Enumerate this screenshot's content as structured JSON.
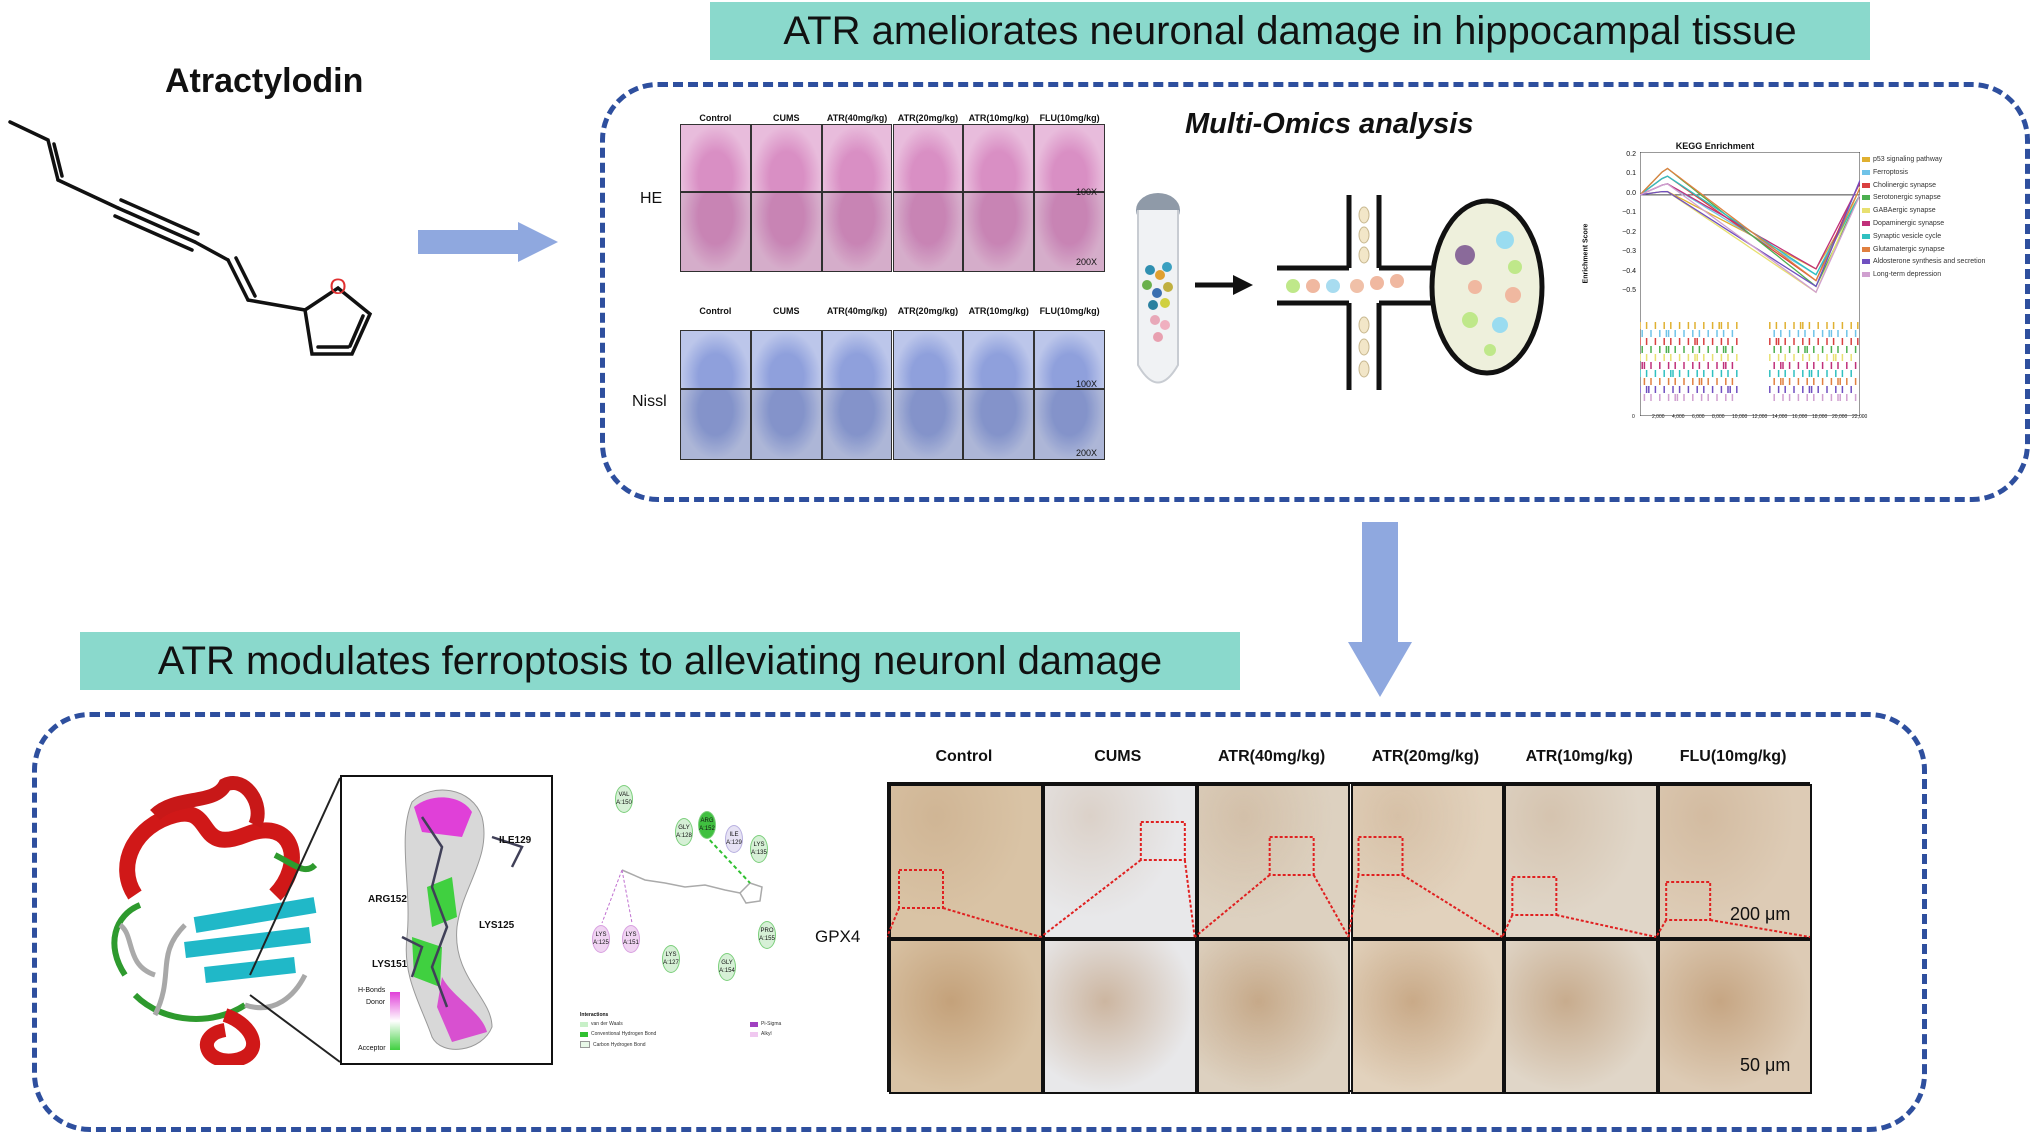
{
  "top_banner": "ATR ameliorates neuronal damage in hippocampal tissue",
  "bottom_banner": "ATR modulates ferroptosis to alleviating neuronl damage",
  "compound_name": "Atractylodin",
  "multi_omics_label": "Multi-Omics analysis",
  "histology": {
    "columns": [
      "Control",
      "CUMS",
      "ATR(40mg/kg)",
      "ATR(20mg/kg)",
      "ATR(10mg/kg)",
      "FLU(10mg/kg)"
    ],
    "he_label": "HE",
    "nissl_label": "Nissl",
    "mag_low": "100X",
    "mag_high": "200X"
  },
  "kegg": {
    "title": "KEGG Enrichment",
    "ylabel": "Enrichment Score",
    "yticks": [
      "0.2",
      "0.1",
      "0.0",
      "−0.1",
      "−0.2",
      "−0.3",
      "−0.4",
      "−0.5"
    ],
    "xticks": [
      "0",
      "2,000",
      "4,000",
      "6,000",
      "8,000",
      "10,000",
      "12,000",
      "14,000",
      "16,000",
      "18,000",
      "20,000",
      "22,000"
    ],
    "legend": [
      {
        "name": "p53 signaling pathway",
        "color": "#e0b030"
      },
      {
        "name": "Ferroptosis",
        "color": "#6fc3e8"
      },
      {
        "name": "Cholinergic synapse",
        "color": "#d94040"
      },
      {
        "name": "Serotonergic synapse",
        "color": "#4caf50"
      },
      {
        "name": "GABAergic synapse",
        "color": "#e8e070"
      },
      {
        "name": "Dopaminergic synapse",
        "color": "#c0307a"
      },
      {
        "name": "Synaptic vesicle cycle",
        "color": "#30c0c0"
      },
      {
        "name": "Glutamatergic synapse",
        "color": "#e08040"
      },
      {
        "name": "Aldosterone synthesis and secretion",
        "color": "#7050c0"
      },
      {
        "name": "Long-term depression",
        "color": "#d0a0d0"
      }
    ]
  },
  "docking": {
    "residues_3d": [
      "ILE129",
      "ARG152",
      "LYS125",
      "LYS151"
    ],
    "hbond_title": "H-Bonds",
    "donor": "Donor",
    "acceptor": "Acceptor",
    "residues_2d": [
      "VAL A:150",
      "GLY A:128",
      "ARG A:152",
      "ILE A:129",
      "LYS A:135",
      "PRO A:155",
      "GLY A:154",
      "LYS A:127",
      "LYS A:125",
      "LYS A:151"
    ],
    "interactions_title": "Interactions",
    "interactions": [
      "van der Waals",
      "Conventional Hydrogen Bond",
      "Pi-Sigma",
      "Carbon Hydrogen Bond",
      "Alkyl"
    ]
  },
  "gpx4": {
    "label": "GPX4",
    "columns": [
      "Control",
      "CUMS",
      "ATR(40mg/kg)",
      "ATR(20mg/kg)",
      "ATR(10mg/kg)",
      "FLU(10mg/kg)"
    ],
    "scale_top": "200 μm",
    "scale_bottom": "50 μm"
  },
  "colors": {
    "banner": "#8ad9cc",
    "dash_border": "#2e4f9e",
    "arrow": "#8fa8df",
    "he_stain": "#d98fc4",
    "nissl_stain": "#8fa0dc",
    "gpx4_stain": "#d8c4a8"
  }
}
